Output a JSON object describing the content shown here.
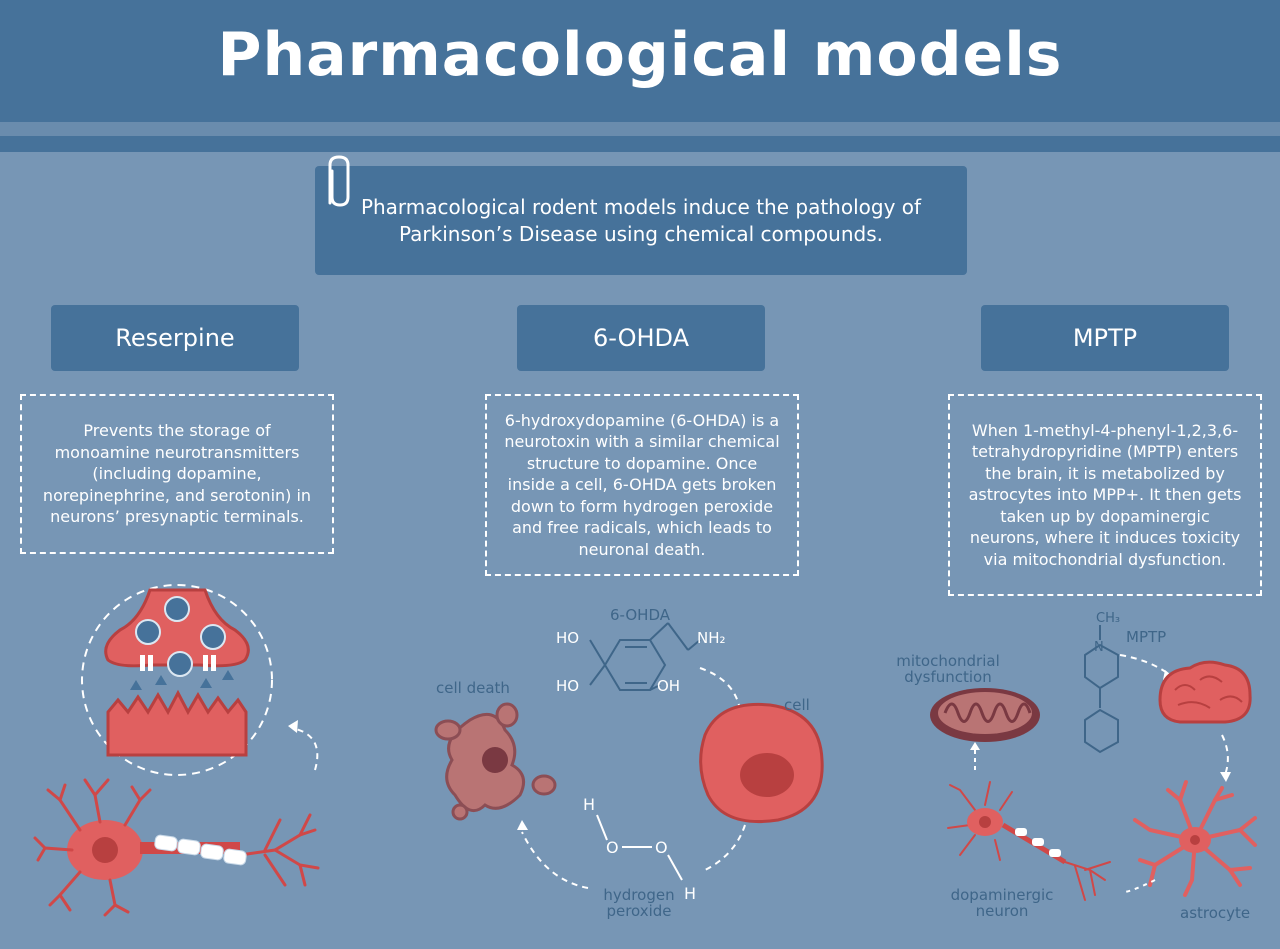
{
  "title": "Pharmacological models",
  "intro": "Pharmacological rodent models induce the pathology of Parkinson’s Disease using chemical compounds.",
  "columns": [
    {
      "title": "Reserpine",
      "description": "Prevents the storage of monoamine neurotransmitters (including dopamine, norepinephrine, and serotonin) in neurons’ presynaptic terminals."
    },
    {
      "title": "6-OHDA",
      "description": "6-hydroxydopamine (6-OHDA) is a neurotoxin with a similar chemical structure to dopamine. Once inside a cell, 6-OHDA gets broken down to form hydrogen peroxide and free radicals, which leads to neuronal death."
    },
    {
      "title": "MPTP",
      "description": "When 1-methyl-4-phenyl-1,2,3,6-tetrahydropyridine (MPTP) enters the brain, it is metabolized by astrocytes into MPP+. It then gets taken up by dopaminergic neurons, where it induces toxicity via mitochondrial dysfunction."
    }
  ],
  "ohda_diagram": {
    "molecule_label": "6-OHDA",
    "ho_top": "HO",
    "ho_bottom": "HO",
    "oh": "OH",
    "nh2": "NH₂",
    "cell": "cell",
    "cell_death": "cell death",
    "h1": "H",
    "o1": "O",
    "o2": "O",
    "h2": "H",
    "hydrogen_peroxide": "hydrogen peroxide"
  },
  "mptp_diagram": {
    "ch3": "CH₃",
    "n": "N",
    "mptp": "MPTP",
    "mito": "mitochondrial dysfunction",
    "neuron": "dopaminergic neuron",
    "astrocyte": "astrocyte"
  },
  "colors": {
    "background": "#7796b5",
    "panel": "#46729a",
    "red": "#e06060",
    "dark_red": "#b84040"
  }
}
